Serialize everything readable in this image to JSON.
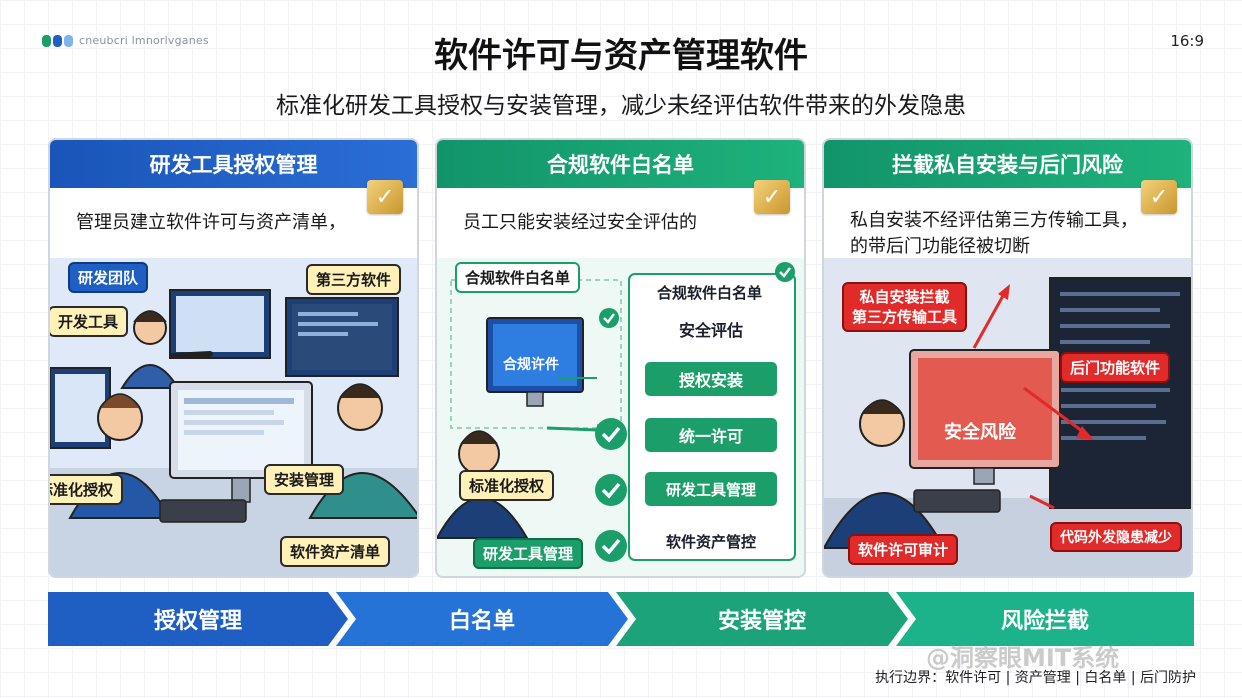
{
  "logo_text": "cneubcri lmnorlvganes",
  "aspect_ratio": "16:9",
  "title": "软件许可与资产管理软件",
  "subtitle": "标准化研发工具授权与安装管理，减少未经评估软件带来的外发隐患",
  "colors": {
    "blue": "#1f5fc4",
    "green": "#1c9e6a",
    "red": "#e12a2a"
  },
  "panels": [
    {
      "heading": "研发工具授权管理",
      "description": "管理员建立软件许可与资产清单，",
      "labels": {
        "team": "研发团队",
        "third_party": "第三方软件",
        "dev_tools": "开发工具",
        "standard_auth": "标准化授权",
        "install_mgmt": "安装管理",
        "asset_list": "软件资产清单"
      }
    },
    {
      "heading": "合规软件白名单",
      "description": "员工只能安装经过安全评估的",
      "labels": {
        "whitelist_tag": "合规软件白名单",
        "monitor_text": "合规许件",
        "list_title": "合规软件白名单",
        "item_security": "安全评估",
        "item_install": "授权安装",
        "item_license": "统一许可",
        "item_devtools": "研发工具管理",
        "item_assets": "软件资产管控",
        "standard_auth": "标准化授权",
        "dev_tools_mgmt": "研发工具管理"
      }
    },
    {
      "heading": "拦截私自安装与后门风险",
      "description": "私自安装不经评估第三方传输工具，的带后门功能径被切断",
      "labels": {
        "block_install_1": "私自安装拦截",
        "block_install_2": "第三方传输工具",
        "backdoor": "后门功能软件",
        "risk": "安全风险",
        "audit": "软件许可审计",
        "leak_reduce": "代码外发隐患减少"
      }
    }
  ],
  "flow_steps": [
    "授权管理",
    "白名单",
    "安装管控",
    "风险拦截"
  ],
  "footer": "执行边界：软件许可 | 资产管理 | 白名单 | 后门防护",
  "watermark": "@洞察眼MIT系统"
}
